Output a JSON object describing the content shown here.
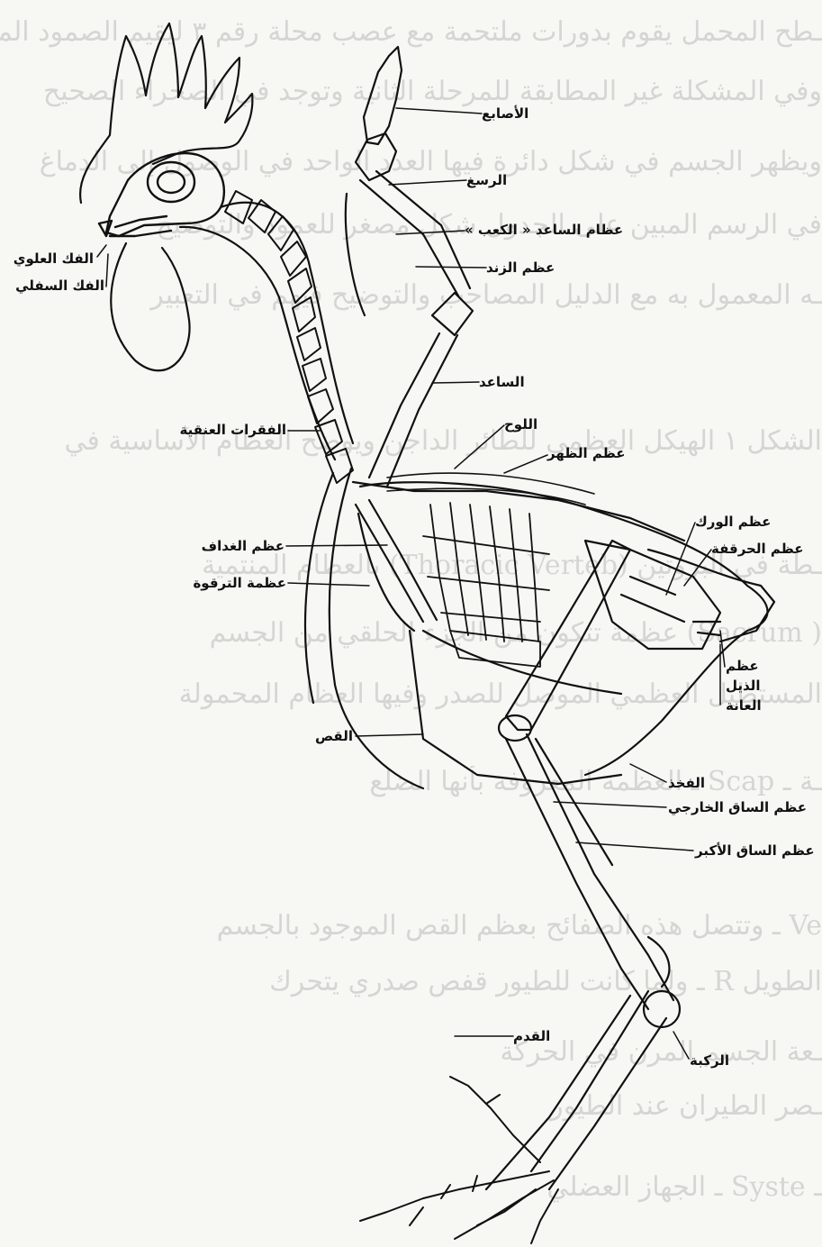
{
  "colors": {
    "paper": "#f7f7f4",
    "ink": "#111111",
    "bleed": "#8f8f8f"
  },
  "bleed_text": [
    "ـطح المحمل يقوم بدورات ملتحمة مع عصب محلة رقم ٣ ليقيم الصمود الموضح",
    "وفي المشكلة غير المطابقة للمرحلة الثانية وتوجد في الصحراء الصحيح",
    "ويظهر الجسم في شكل دائرة فيها العدد الواحد في الوصول إلى الدماغ",
    "في الرسم المبين على الجدول شكل مصغر للعمود والتوضيح",
    "ـه المعمول به مع الدليل المصاحب والتوضيح فيهم في التعبير",
    "الشكل ١ الهيكل العظمي للطائر الداجن ويوضح العظام الأساسية في",
    "ـطة في البروتين  (Thoracic Verteb)  بالعظام المنتمية",
    "( Sacrum) عظمة تتكون من الجزء الحلقي من الجسم",
    "المستطيل العظمي الموصل للصدر وفيها العظام المحمولة",
    "ـة  ـ  Scap  ـ العظمة المعروفة بأنها الضلع",
    "Ve  ـ  وتتصل هذه الصفائح بعظم القص الموجود بالجسم",
    "الطويل  R  ـ ولما كانت للطيور قفص صدري يتحرك",
    "ـعة  الجسم المرن في الحركة",
    "ـصر  الطيران عند الطيور",
    "ـ Syste ـ  الجهاز العضلي"
  ],
  "labels": {
    "toes": "الأصابع",
    "metacarpus": "الرسغ",
    "radius_carpal": "عظام الساعد « الكعب »",
    "ulna": "عظم الزند",
    "humerus": "الساعد",
    "upper_jaw": "الفك العلوي",
    "lower_jaw": "الفك السفلي",
    "scapula": "اللوح",
    "back_bone": "عظم الظهر",
    "cervical": "الفقرات العنقية",
    "hip_bone": "عظم الورك",
    "pelvis": "عظم الحرقفة",
    "coracoid": "عظم الغداف",
    "wishbone": "عظمة الترقوة",
    "ischium_1": "عظم",
    "ischium_2": "الذيل",
    "ischium_3": "العانة",
    "sternum": "القص",
    "femur": "الفخذ",
    "fibula": "عظم الساق الخارجي",
    "tibia": "عظم الساق الأكبر",
    "shank": "القدم",
    "knee": "الركبة"
  }
}
